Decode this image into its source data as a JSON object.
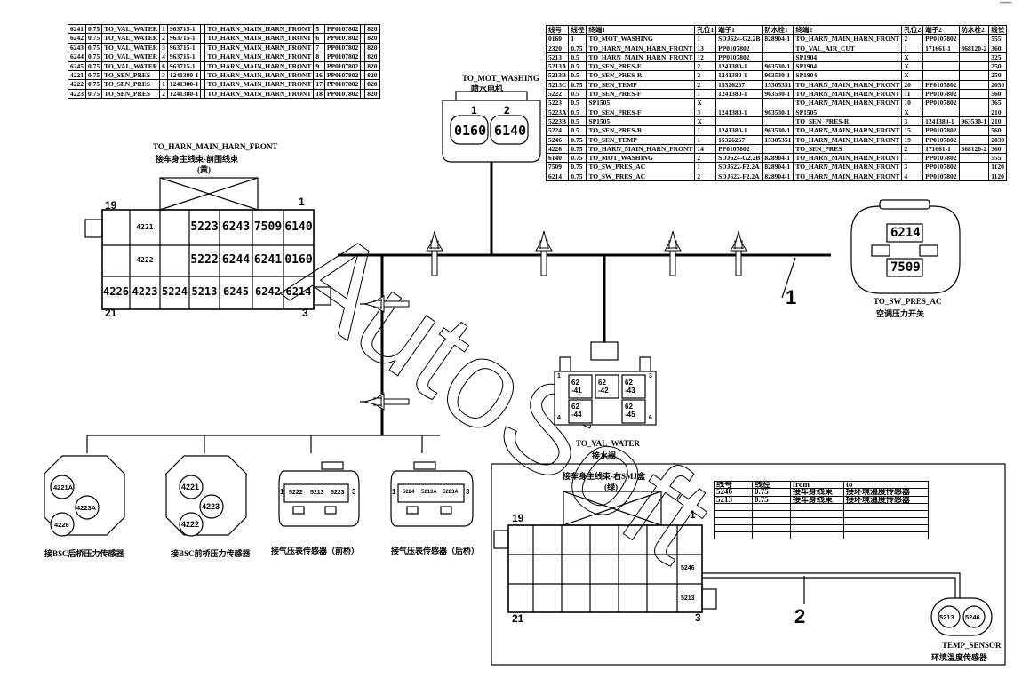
{
  "watermark": "AutoSoft",
  "left_table": {
    "rows": [
      [
        "6241",
        "0.75",
        "TO_VAL_WATER",
        "1",
        "963715-1",
        "",
        "TO_HARN_MAIN_HARN_FRONT",
        "5",
        "PP0107802",
        "",
        "820"
      ],
      [
        "6242",
        "0.75",
        "TO_VAL_WATER",
        "2",
        "963715-1",
        "",
        "TO_HARN_MAIN_HARN_FRONT",
        "6",
        "PP0107802",
        "",
        "820"
      ],
      [
        "6243",
        "0.75",
        "TO_VAL_WATER",
        "3",
        "963715-1",
        "",
        "TO_HARN_MAIN_HARN_FRONT",
        "7",
        "PP0107802",
        "",
        "820"
      ],
      [
        "6244",
        "0.75",
        "TO_VAL_WATER",
        "4",
        "963715-1",
        "",
        "TO_HARN_MAIN_HARN_FRONT",
        "8",
        "PP0107802",
        "",
        "820"
      ],
      [
        "6245",
        "0.75",
        "TO_VAL_WATER",
        "6",
        "963715-1",
        "",
        "TO_HARN_MAIN_HARN_FRONT",
        "9",
        "PP0107802",
        "",
        "820"
      ],
      [
        "4221",
        "0.75",
        "TO_SEN_PRES",
        "3",
        "1241380-1",
        "",
        "TO_HARN_MAIN_HARN_FRONT",
        "16",
        "PP0107802",
        "",
        "820"
      ],
      [
        "4222",
        "0.75",
        "TO_SEN_PRES",
        "1",
        "1241380-1",
        "",
        "TO_HARN_MAIN_HARN_FRONT",
        "17",
        "PP0107802",
        "",
        "820"
      ],
      [
        "4223",
        "0.75",
        "TO_SEN_PRES",
        "2",
        "1241380-1",
        "",
        "TO_HARN_MAIN_HARN_FRONT",
        "18",
        "PP0107802",
        "",
        "820"
      ]
    ]
  },
  "right_table": {
    "headers": [
      "线号",
      "线径",
      "终端1",
      "孔位1",
      "端子1",
      "防水栓1",
      "终端2",
      "孔位2",
      "端子2",
      "防水栓2",
      "线长"
    ],
    "rows": [
      [
        "0160",
        "1",
        "TO_MOT_WASHING",
        "1",
        "SDJ624-G2.2B",
        "828904-1",
        "TO_HARN_MAIN_HARN_FRONT",
        "2",
        "PP0107802",
        "",
        "555"
      ],
      [
        "2320",
        "0.75",
        "TO_HARN_MAIN_HARN_FRONT",
        "13",
        "PP0107802",
        "",
        "TO_VAL_AIR_CUT",
        "1",
        "171661-1",
        "368120-2",
        "360"
      ],
      [
        "5213",
        "0.5",
        "TO_HARN_MAIN_HARN_FRONT",
        "12",
        "PP0107802",
        "",
        "SP1904",
        "X",
        "",
        "",
        "325"
      ],
      [
        "5213A",
        "0.5",
        "TO_SEN_PRES-F",
        "2",
        "1241380-1",
        "963530-1",
        "SP1904",
        "X",
        "",
        "",
        "250"
      ],
      [
        "5213B",
        "0.5",
        "TO_SEN_PRES-R",
        "2",
        "1241380-1",
        "963530-1",
        "SP1904",
        "X",
        "",
        "",
        "250"
      ],
      [
        "5213C",
        "0.75",
        "TO_SEN_TEMP",
        "2",
        "15326267",
        "15305351",
        "TO_HARN_MAIN_HARN_FRONT",
        "20",
        "PP0107802",
        "",
        "2030"
      ],
      [
        "5222",
        "0.5",
        "TO_SEN_PRES-F",
        "1",
        "1241380-1",
        "963530-1",
        "TO_HARN_MAIN_HARN_FRONT",
        "11",
        "PP0107802",
        "",
        "560"
      ],
      [
        "5223",
        "0.5",
        "SP1505",
        "X",
        "",
        "",
        "TO_HARN_MAIN_HARN_FRONT",
        "10",
        "PP0107802",
        "",
        "365"
      ],
      [
        "5223A",
        "0.5",
        "TO_SEN_PRES-F",
        "3",
        "1241380-1",
        "963530-1",
        "SP1505",
        "X",
        "",
        "",
        "210"
      ],
      [
        "5223B",
        "0.5",
        "SP1505",
        "X",
        "",
        "",
        "TO_SEN_PRES-R",
        "3",
        "1241380-1",
        "963530-1",
        "210"
      ],
      [
        "5224",
        "0.5",
        "TO_SEN_PRES-R",
        "1",
        "1241380-1",
        "963530-1",
        "TO_HARN_MAIN_HARN_FRONT",
        "15",
        "PP0107802",
        "",
        "560"
      ],
      [
        "5246",
        "0.75",
        "TO_SEN_TEMP",
        "1",
        "15326267",
        "15305351",
        "TO_HARN_MAIN_HARN_FRONT",
        "19",
        "PP0107802",
        "",
        "2030"
      ],
      [
        "4226",
        "0.75",
        "TO_HARN_MAIN_HARN_FRONT",
        "14",
        "PP0107802",
        "",
        "TO_SEN_PRES",
        "2",
        "171661-1",
        "368120-2",
        "360"
      ],
      [
        "6140",
        "0.75",
        "TO_MOT_WASHING",
        "2",
        "SDJ624-G2.2B",
        "828904-1",
        "TO_HARN_MAIN_HARN_FRONT",
        "1",
        "PP0107802",
        "",
        "555"
      ],
      [
        "7509",
        "0.75",
        "TO_SW_PRES_AC",
        "1",
        "SDJ622-F2.2A",
        "828904-1",
        "TO_HARN_MAIN_HARN_FRONT",
        "3",
        "PP0107802",
        "",
        "1120"
      ],
      [
        "6214",
        "0.75",
        "TO_SW_PRES_AC",
        "2",
        "SDJ622-F2.2A",
        "828904-1",
        "TO_HARN_MAIN_HARN_FRONT",
        "4",
        "PP0107802",
        "",
        "1120"
      ]
    ]
  },
  "inset_table": {
    "headers": [
      "线号",
      "线径",
      "from",
      "to"
    ],
    "rows": [
      [
        "5246",
        "0.75",
        "接车身线束",
        "接环境温度传感器"
      ],
      [
        "5213",
        "0.75",
        "接车身线束",
        "接环境温度传感器"
      ]
    ]
  },
  "connectors": {
    "mot_washing": {
      "label": "TO_MOT_WASHING",
      "label_cn": "喷水电机",
      "pin1": "1",
      "pin2": "2",
      "wire1": "0160",
      "wire2": "6140"
    },
    "harn_front": {
      "label": "TO_HARN_MAIN_HARN_FRONT",
      "label_cn": "接车身主线束-前围线束",
      "label_cn2": "(黄)",
      "corner_tl": "19",
      "corner_tr": "1",
      "corner_bl": "21",
      "corner_br": "3",
      "row1": [
        "4221",
        "",
        "5223",
        "6243",
        "7509",
        "6140"
      ],
      "row2": [
        "4222",
        "",
        "5222",
        "6244",
        "6241",
        "0160"
      ],
      "row3": [
        "4226",
        "4223",
        "5224",
        "5213",
        "6245",
        "6242",
        "6214"
      ]
    },
    "sw_pres_ac": {
      "label": "TO_SW_PRES_AC",
      "label_cn": "空调压力开关",
      "pin_top": "6214",
      "pin_bottom": "7509"
    },
    "val_water": {
      "label": "TO_VAL_WATER",
      "label_cn": "接水阀",
      "pins": [
        "62-41",
        "62-42",
        "62-43",
        "62-44",
        "62-45"
      ],
      "c1": "1",
      "c3": "3",
      "c4": "4",
      "c6": "6"
    },
    "bsc_rear": {
      "label_cn": "接BSC后桥压力传感器",
      "pins": [
        "4221A",
        "4223A",
        "4226"
      ]
    },
    "bsc_front": {
      "label_cn": "接BSC前桥压力传感器",
      "pins": [
        "4221",
        "4223",
        "4222"
      ]
    },
    "press_front": {
      "label_cn": "接气压表传感器（前桥）",
      "pins": [
        "5222",
        "5213",
        "5223"
      ],
      "p1": "1",
      "p3": "3"
    },
    "press_rear": {
      "label_cn": "接气压表传感器（后桥）",
      "pins": [
        "5224",
        "5213A",
        "5223A"
      ],
      "p1": "1",
      "p3": "3"
    },
    "smj_box": {
      "label_cn": "接车身主线束-右SMJ盒",
      "label_cn2": "(绿)",
      "corner_tl": "19",
      "corner_tr": "1",
      "corner_bl": "21",
      "corner_br": "3",
      "pin_a": "5246",
      "pin_b": "5213"
    },
    "temp_sensor": {
      "label": "TEMP_SENSOR",
      "label_cn": "环境温度传感器",
      "pin_a": "5213",
      "pin_b": "5246"
    }
  },
  "branch_labels": {
    "one": "1",
    "two": "2"
  }
}
